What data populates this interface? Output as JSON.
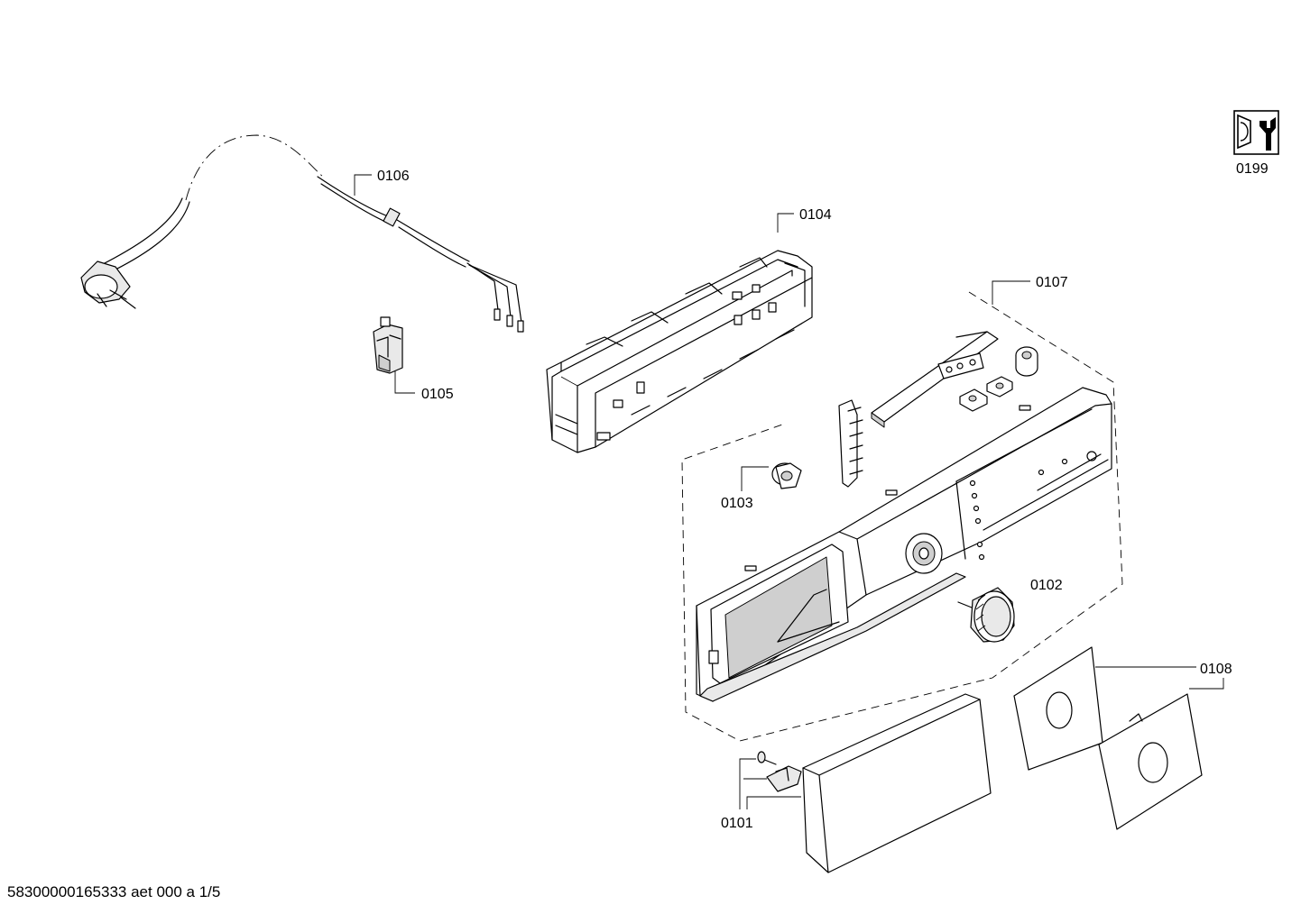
{
  "labels": {
    "p0101": "0101",
    "p0102": "0102",
    "p0103": "0103",
    "p0104": "0104",
    "p0105": "0105",
    "p0106": "0106",
    "p0107": "0107",
    "p0108": "0108",
    "p0199": "0199"
  },
  "footer": "58300000165333 aet 000 a 1/5"
}
